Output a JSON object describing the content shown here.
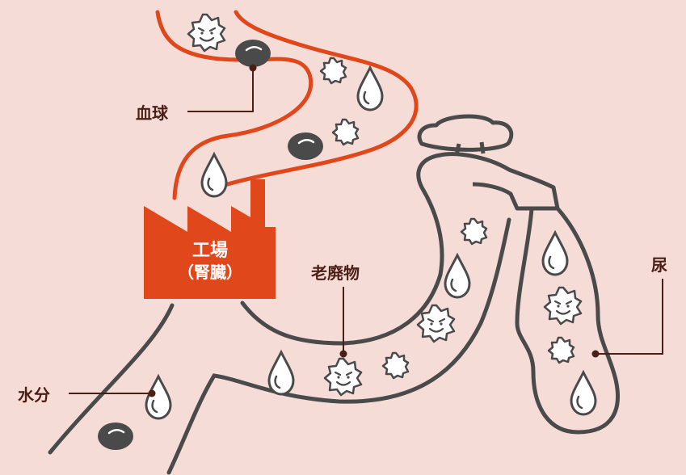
{
  "labels": {
    "blood_cells": "血球",
    "factory_line1": "工場",
    "factory_line2": "（腎臓）",
    "waste": "老廃物",
    "water": "水分",
    "urine": "尿"
  },
  "colors": {
    "background": "#f6dcd7",
    "blood_vessel": "#e0481b",
    "factory": "#e0481b",
    "outline": "#4a4a4a",
    "label_text": "#4a1f16"
  },
  "icons": [
    "blood-cell-icon",
    "water-drop-icon",
    "waste-particle-icon",
    "angry-waste-icon",
    "faucet-icon",
    "factory-icon"
  ]
}
